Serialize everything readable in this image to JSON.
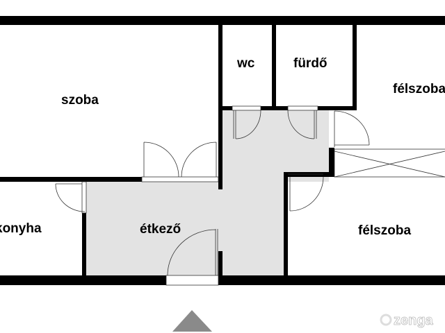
{
  "rooms": {
    "szoba": "szoba",
    "wc": "wc",
    "furdo": "fürdő",
    "felszoba_top": "félszoba",
    "konyha": "konyha",
    "etkezo": "étkező",
    "felszoba_bottom": "félszoba"
  },
  "logo": {
    "text": "zenga"
  },
  "colors": {
    "wall": "#000000",
    "shaded_floor": "#e3e3e3",
    "north_arrow": "#8a8a8a"
  }
}
